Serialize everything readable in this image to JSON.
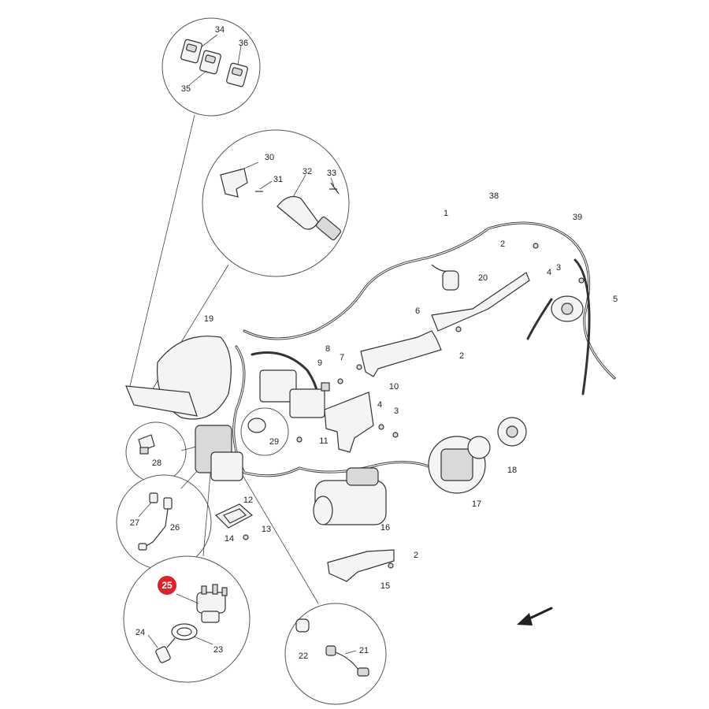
{
  "diagram": {
    "highlighted_part": "25",
    "callouts": {
      "c1": "1",
      "c2a": "2",
      "c2b": "2",
      "c2c": "2",
      "c3a": "3",
      "c3b": "3",
      "c4a": "4",
      "c4b": "4",
      "c5": "5",
      "c6": "6",
      "c7": "7",
      "c8": "8",
      "c9": "9",
      "c10": "10",
      "c11": "11",
      "c12": "12",
      "c13": "13",
      "c14": "14",
      "c15": "15",
      "c16": "16",
      "c17": "17",
      "c18": "18",
      "c19": "19",
      "c20": "20",
      "c21": "21",
      "c22": "22",
      "c23": "23",
      "c24": "24",
      "c26": "26",
      "c27": "27",
      "c28": "28",
      "c29": "29",
      "c30": "30",
      "c31": "31",
      "c32": "32",
      "c33": "33",
      "c34": "34",
      "c35": "35",
      "c36": "36",
      "c38": "38",
      "c39": "39"
    },
    "colors": {
      "highlight": "#d9242b",
      "line": "#333333"
    },
    "direction_indicator": "arrow-down-left-icon"
  }
}
